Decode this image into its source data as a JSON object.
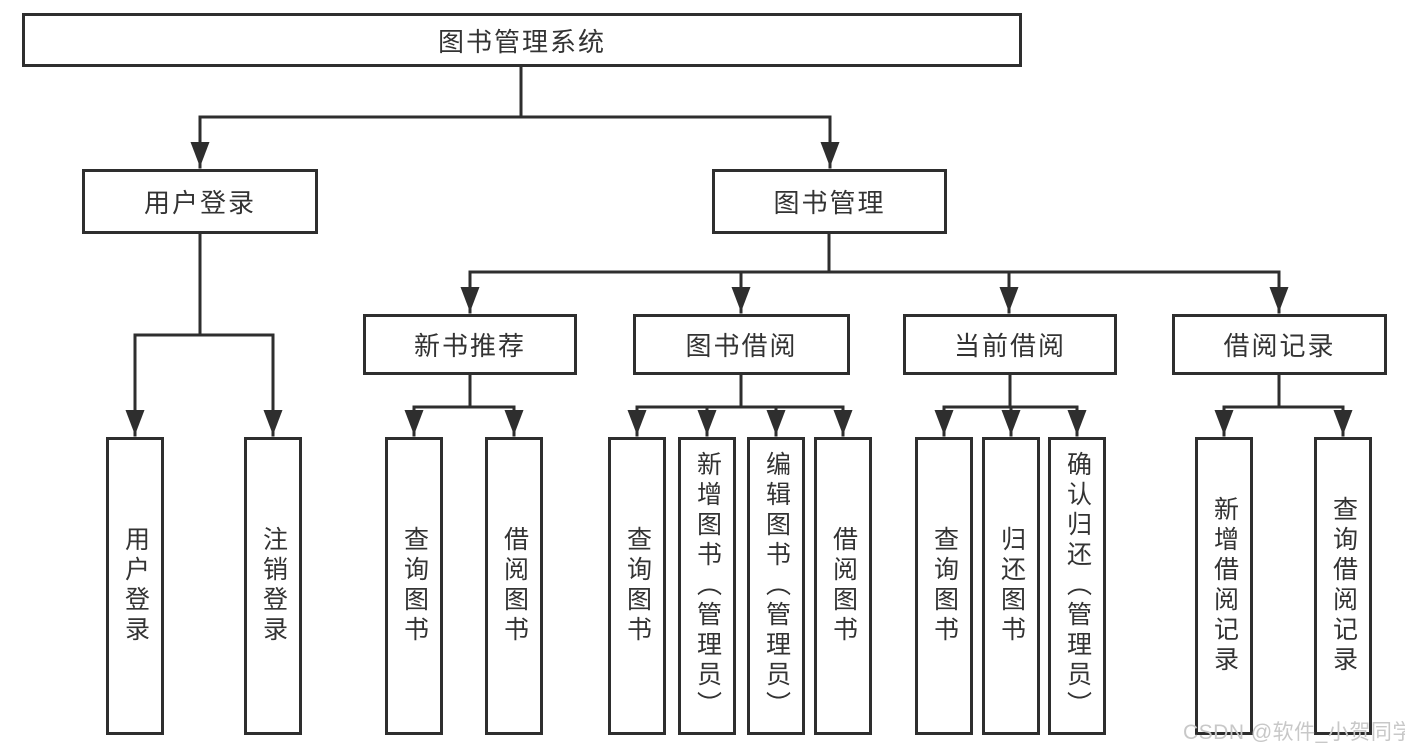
{
  "tree": {
    "root": {
      "label": "图书管理系统"
    },
    "branches": [
      {
        "label": "用户登录",
        "children": [
          {
            "label": "用户登录"
          },
          {
            "label": "注销登录"
          }
        ]
      },
      {
        "label": "图书管理",
        "children": [
          {
            "label": "新书推荐",
            "children": [
              {
                "label": "查询图书"
              },
              {
                "label": "借阅图书"
              }
            ]
          },
          {
            "label": "图书借阅",
            "children": [
              {
                "label": "查询图书"
              },
              {
                "label": "新增图书（管理员）"
              },
              {
                "label": "编辑图书（管理员）"
              },
              {
                "label": "借阅图书"
              }
            ]
          },
          {
            "label": "当前借阅",
            "children": [
              {
                "label": "查询图书"
              },
              {
                "label": "归还图书"
              },
              {
                "label": "确认归还（管理员）"
              }
            ]
          },
          {
            "label": "借阅记录",
            "children": [
              {
                "label": "新增借阅记录"
              },
              {
                "label": "查询借阅记录"
              }
            ]
          }
        ]
      }
    ]
  },
  "watermark": {
    "text": "CSDN @软件_小贺同学"
  },
  "colors": {
    "line": "#2e2e2e",
    "text": "#333333",
    "box_background": "#ffffff",
    "watermark_text": "#c8c8c8"
  }
}
